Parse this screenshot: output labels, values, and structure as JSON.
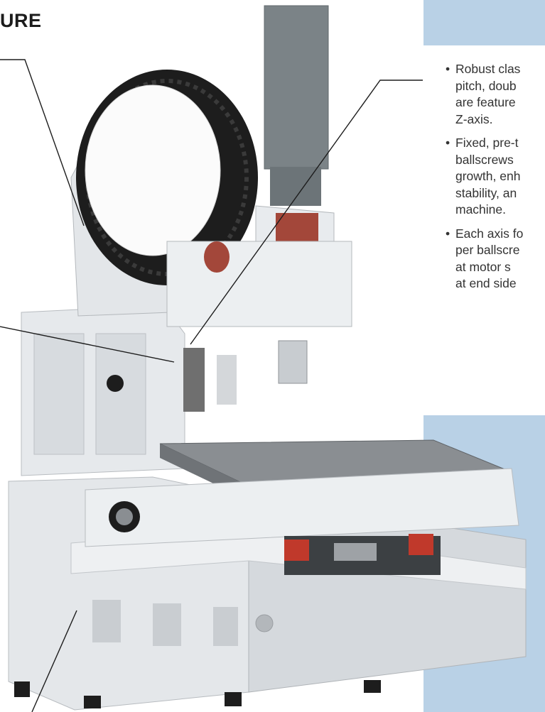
{
  "heading": "URE",
  "bullet_marker": "•",
  "bullets": [
    {
      "lines": [
        "Robust clas",
        "pitch, doub",
        "are feature",
        "Z-axis."
      ]
    },
    {
      "lines": [
        "Fixed, pre-t",
        "ballscrews",
        "growth, enh",
        "stability, an",
        "machine."
      ]
    },
    {
      "lines": [
        "Each axis fo",
        "per ballscre",
        "at motor s",
        "at end side"
      ]
    }
  ],
  "colors": {
    "panel": "#b9d1e6",
    "body_text": "#333333",
    "machine_white": "#e9ecef",
    "machine_grey": "#7b8387",
    "magazine_black": "#1d1d1d",
    "table_red": "#a3473a"
  }
}
